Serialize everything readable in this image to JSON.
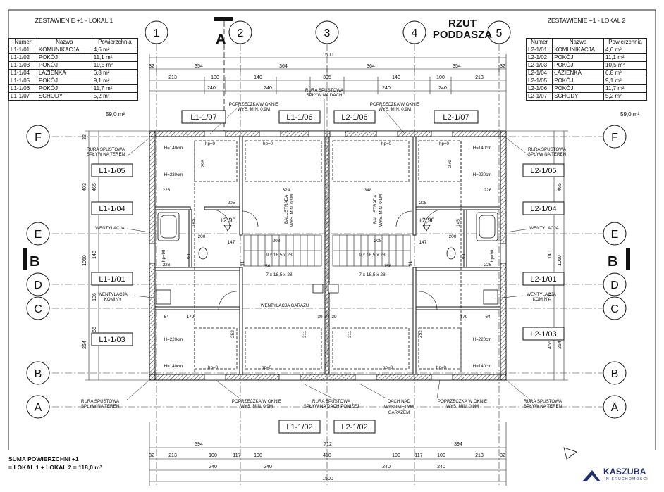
{
  "title": [
    "RZUT",
    "PODDASZA"
  ],
  "section_marks": {
    "a_top": "A",
    "b_left": "B",
    "b_right": "B"
  },
  "axes_top": [
    "1",
    "2",
    "3",
    "4",
    "5"
  ],
  "axes_side": [
    "F",
    "E",
    "D",
    "C",
    "B",
    "A"
  ],
  "table_left": {
    "caption": "ZESTAWIENIE +1 - LOKAL 1",
    "headers": [
      "Numer",
      "Nazwa",
      "Powierzchnia"
    ],
    "rows": [
      [
        "L1-1/01",
        "KOMUNIKACJA",
        "4,6 m²"
      ],
      [
        "L1-1/02",
        "POKÓJ",
        "11,1 m²"
      ],
      [
        "L1-1/03",
        "POKÓJ",
        "10,5 m²"
      ],
      [
        "L1-1/04",
        "ŁAZIENKA",
        "6,8 m²"
      ],
      [
        "L1-1/05",
        "POKÓJ",
        "9,1 m²"
      ],
      [
        "L1-1/06",
        "POKÓJ",
        "11,7 m²"
      ],
      [
        "L1-1/07",
        "SCHODY",
        "5,2 m²"
      ]
    ],
    "total": "59,0 m²"
  },
  "table_right": {
    "caption": "ZESTAWIENIE +1 - LOKAL 2",
    "headers": [
      "Numer",
      "Nazwa",
      "Powierzchnia"
    ],
    "rows": [
      [
        "L2-1/01",
        "KOMUNIKACJA",
        "4,6 m²"
      ],
      [
        "L2-1/02",
        "POKÓJ",
        "11,1 m²"
      ],
      [
        "L2-1/03",
        "POKÓJ",
        "10,5 m²"
      ],
      [
        "L2-1/04",
        "ŁAZIENKA",
        "6,8 m²"
      ],
      [
        "L2-1/05",
        "POKÓJ",
        "9,1 m²"
      ],
      [
        "L2-1/06",
        "POKÓJ",
        "11,7 m²"
      ],
      [
        "L2-1/07",
        "SCHODY",
        "5,2 m²"
      ]
    ],
    "total": "59,0 m²"
  },
  "room_tags": {
    "l1_07": "L1-1/07",
    "l1_06": "L1-1/06",
    "l2_06": "L2-1/06",
    "l2_07": "L2-1/07",
    "l1_05": "L1-1/05",
    "l1_04": "L1-1/04",
    "l1_01": "L1-1/01",
    "l1_03": "L1-1/03",
    "l2_05": "L2-1/05",
    "l2_04": "L2-1/04",
    "l2_01": "L2-1/01",
    "l2_03": "L2-1/03",
    "l1_02": "L1-1/02",
    "l2_02": "L2-1/02"
  },
  "notes": {
    "rura_a": "RURA SPUSTOWA",
    "rura_b": "SPŁYW NA DACH",
    "poprz_a": "POPRZECZKA W OKNIE",
    "poprz_b": "WYS. MIN. 0,9M",
    "rura_l_a": "RURA SPUSTOWA",
    "rura_l_b": "SPŁYW NA TEREN",
    "rura_r_a": "RURA SPUSTOWA",
    "rura_r_b": "SPŁYW NA TEREN",
    "went_l": "WENTYLACJA",
    "went_r": "WENTYLACJA",
    "wk_l_a": "WENTYLACJA",
    "wk_l_b": "KOMINY",
    "wk_r_a": "WENTYLACJA",
    "wk_r_b": "KOMINY",
    "went_gar": "WENTYLACJA GARAŻU",
    "balu": "BALUSTRADA",
    "balu_b": "WYS. MIN. 0,9M",
    "rura_bl_a": "RURA SPUSTOWA",
    "rura_bl_b": "SPŁYW NA TEREN",
    "rura_br_a": "RURA SPUSTOWA",
    "rura_br_b": "SPŁYW NA TEREN",
    "rura_bc_a": "RURA SPUSTOWA",
    "rura_bc_b": "SPŁYW NA DACH PONIŻEJ",
    "dach_a": "DACH NAD",
    "dach_b": "WYSUNIĘTYM",
    "dach_c": "GARAŻEM",
    "level": "+2,96",
    "h140": "H=140cm",
    "h220": "H=220cm",
    "hp0": "hp=0",
    "hp90": "hp=90"
  },
  "dims": {
    "total": "1500",
    "d32": "32",
    "d354": "354",
    "d364": "364",
    "d213": "213",
    "d100": "100",
    "d240": "240",
    "d140": "140",
    "d395": "395",
    "d394": "394",
    "d712": "712",
    "d117": "117",
    "d418": "418",
    "d403": "403",
    "d465": "465",
    "d1050": "1050",
    "d106": "106",
    "d254": "254",
    "d226": "226",
    "d205": "205",
    "d324": "324",
    "d348": "348",
    "d147": "147",
    "d208": "208",
    "d156": "156",
    "d179": "179",
    "d64": "64",
    "d311": "311",
    "d252": "252",
    "d90": "90",
    "d145": "145",
    "d200": "200",
    "d91": "91",
    "d39": "39",
    "d24": "24",
    "d296": "296",
    "d279": "279",
    "stairs": "9 x 18,5 x 28",
    "stairs2": "7 x 18,5 x 28"
  },
  "summary": {
    "line1": "SUMA POWIERZCHNI +1",
    "line2": "= LOKAL 1 + LOKAL 2 = 118,0 m²"
  },
  "logo": {
    "name": "KASZUBA",
    "sub": "NIERUCHOMOŚCI",
    "color": "#1e2e6a"
  }
}
